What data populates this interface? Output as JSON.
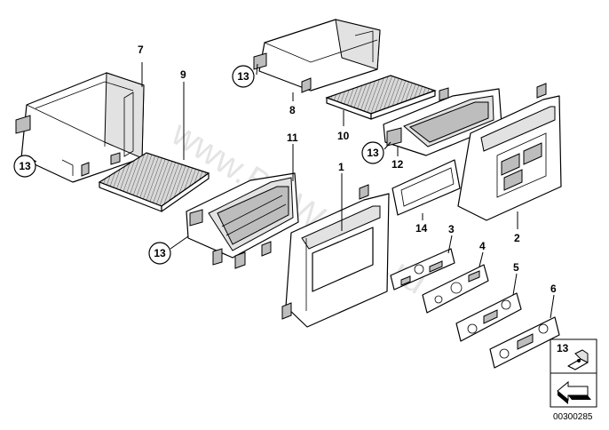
{
  "watermark": "www.BMWstore.ru",
  "diagram_code": "00300285",
  "callouts": {
    "c1": "1",
    "c2": "2",
    "c3": "3",
    "c4": "4",
    "c5": "5",
    "c6": "6",
    "c7": "7",
    "c8": "8",
    "c9": "9",
    "c10": "10",
    "c11": "11",
    "c12": "12",
    "c13a": "13",
    "c13b": "13",
    "c13c": "13",
    "c13d": "13",
    "c14": "14",
    "legend13": "13"
  }
}
